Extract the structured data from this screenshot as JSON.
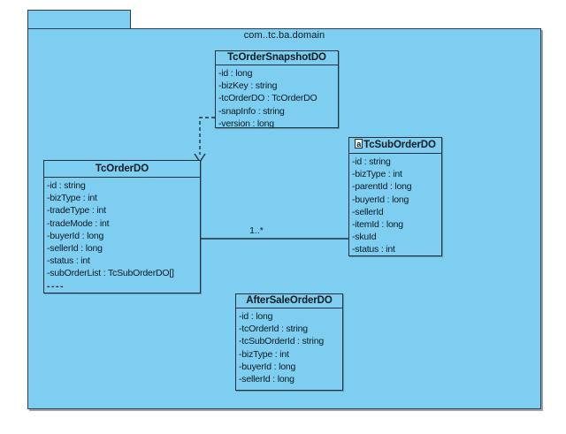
{
  "package": {
    "name": "com..tc.ba.domain"
  },
  "colors": {
    "shape_fill": "#7dcef0",
    "package_border": "#2c3e50",
    "class_border": "#222f3a",
    "text": "#0d1a20",
    "page_background": "#ffffff"
  },
  "classes": {
    "snapshot": {
      "title": "TcOrderSnapshotDO",
      "attrs": [
        "-id : long",
        "-bizKey : string",
        "-tcOrderDO : TcOrderDO",
        "-snapInfo : string",
        "-version : long"
      ]
    },
    "order": {
      "title": "TcOrderDO",
      "attrs": [
        "-id : string",
        "-bizType : int",
        "-tradeType : int",
        "-tradeMode : int",
        "-buyerId : long",
        "-sellerId : long",
        "-status : int",
        "-subOrderList : TcSubOrderDO[]",
        "----"
      ]
    },
    "suborder": {
      "badge": "a",
      "title": "TcSubOrderDO",
      "attrs": [
        "-id : string",
        "-bizType : int",
        "-parentId : long",
        "-buyerId : long",
        "-sellerId",
        "-itemId : long",
        "-skuId",
        "-status : int"
      ]
    },
    "aftersale": {
      "title": "AfterSaleOrderDO",
      "attrs": [
        "-id : long",
        "-tcOrderId : string",
        "-tcSubOrderId : string",
        "-bizType : int",
        "-buyerId : long",
        "-sellerId : long"
      ]
    }
  },
  "connectors": {
    "association_multiplicity": "1..*"
  }
}
